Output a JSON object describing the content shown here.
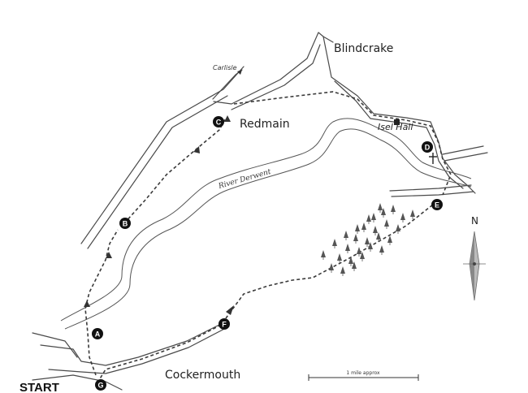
{
  "places": {
    "blindcrake": "Blindcrake",
    "redmain": "Redmain",
    "isel_hall": "Isel Hall",
    "cockermouth": "Cockermouth",
    "start": "START"
  },
  "road_labels": {
    "carlisle": "Carlisle"
  },
  "river": {
    "name": "River Derwent"
  },
  "waypoints": [
    "A",
    "B",
    "C",
    "D",
    "E",
    "F",
    "G"
  ],
  "north": {
    "label": "N"
  },
  "scale": {
    "label": "1 mile approx"
  },
  "colors": {
    "ink": "#222222",
    "marker": "#111111",
    "background": "#ffffff"
  },
  "icons": [
    "north-arrow-icon",
    "church-cross-icon",
    "hall-building-icon",
    "tree-icon"
  ]
}
